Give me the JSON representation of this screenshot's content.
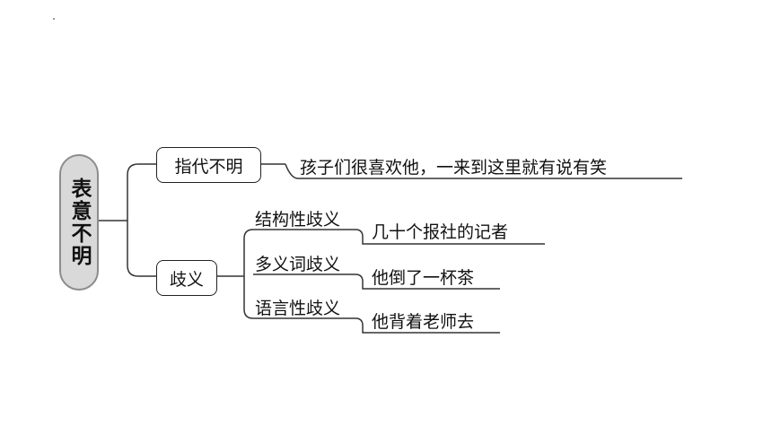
{
  "root": {
    "text": "表意不明"
  },
  "branches": [
    {
      "label": "指代不明",
      "example": "孩子们很喜欢他，一来到这里就有说有笑"
    },
    {
      "label": "歧义",
      "sub": [
        {
          "label": "结构性歧义",
          "example": "几十个报社的记者"
        },
        {
          "label": "多义词歧义",
          "example": "他倒了一杯茶"
        },
        {
          "label": "语言性歧义",
          "example": "他背着老师去"
        }
      ]
    }
  ]
}
